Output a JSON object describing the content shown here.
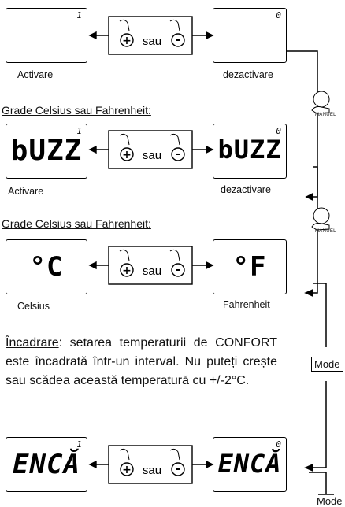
{
  "connector_text": "sau",
  "plus_symbol": "+",
  "minus_symbol": "-",
  "manuel_label": "MANUEL",
  "mode_label": "Mode",
  "row1": {
    "left_index": "1",
    "right_index": "0",
    "left_caption": "Activare",
    "right_caption": "dezactivare"
  },
  "section2": {
    "heading": "Grade Celsius sau Fahrenheit:"
  },
  "row2": {
    "left_display": "bUZZ",
    "right_display": "bUZZ",
    "left_index": "1",
    "right_index": "0",
    "left_caption": "Activare",
    "right_caption": "dezactivare"
  },
  "section3": {
    "heading": "Grade Celsius sau Fahrenheit:"
  },
  "row3": {
    "left_display": "°C",
    "right_display": "°F",
    "left_caption": "Celsius",
    "right_caption": "Fahrenheit"
  },
  "paragraph": {
    "term": "Încadrare",
    "text": ": setarea temperaturii de CONFORT este încadrată într-un interval. Nu puteți crește sau scădea această temperatură cu +/-2°C."
  },
  "row4": {
    "left_display": "ENCĂ",
    "right_display": "ENCĂ",
    "left_index": "1",
    "right_index": "0"
  }
}
